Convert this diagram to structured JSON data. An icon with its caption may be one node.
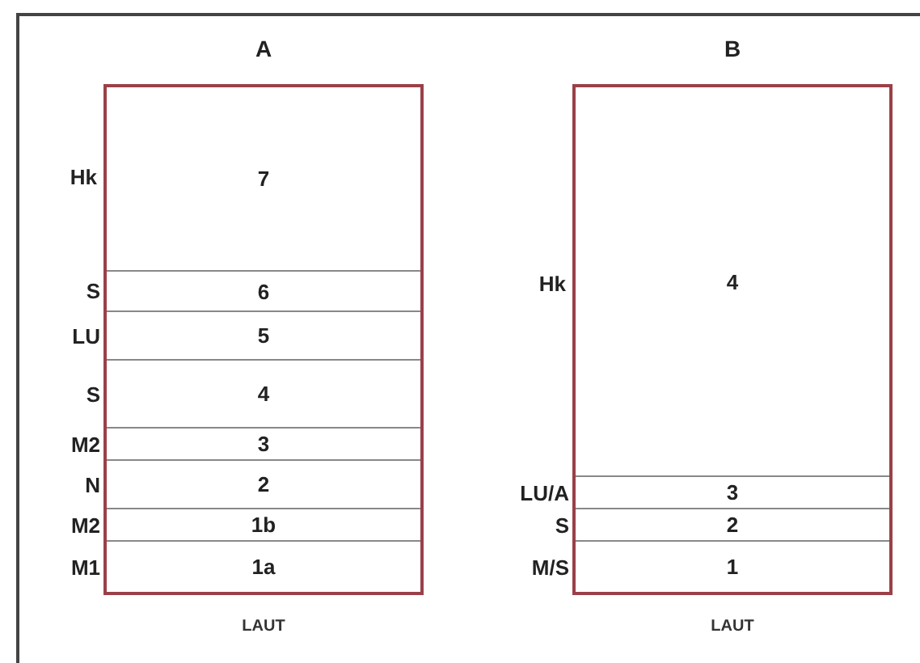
{
  "diagram": {
    "nodes": [
      {
        "text": [
          "A"
        ],
        "beside": [
          "LAUT"
        ]
      },
      {
        "text": [
          "7"
        ],
        "in": 0
      },
      {
        "text": [
          "6"
        ],
        "in": 0,
        "beside": [
          "S"
        ]
      },
      {
        "text": [
          "5"
        ],
        "in": 0,
        "beside": [
          "LU"
        ]
      },
      {
        "text": [
          "4"
        ],
        "in": 0,
        "beside": [
          "S"
        ]
      },
      {
        "text": [
          "3"
        ],
        "in": 0,
        "beside": [
          "M2"
        ]
      },
      {
        "text": [
          "2"
        ],
        "in": 0,
        "beside": [
          "N"
        ]
      },
      {
        "text": [
          "1b"
        ],
        "in": 0,
        "beside": [
          "M2"
        ]
      },
      {
        "text": [
          "1a"
        ],
        "in": 0,
        "beside": [
          "M1"
        ]
      },
      {
        "text": [
          "B"
        ],
        "beside": [
          "LAUT"
        ]
      },
      {
        "text": [
          "4"
        ],
        "in": 9
      },
      {
        "text": [
          "3"
        ],
        "in": 9,
        "beside": [
          "LU/A"
        ]
      },
      {
        "text": [
          "2"
        ],
        "in": 9,
        "beside": [
          "S"
        ]
      },
      {
        "text": [
          "1"
        ],
        "in": 9,
        "beside": [
          "M/S"
        ]
      }
    ],
    "labels": [
      "Hk",
      "Hk"
    ]
  }
}
